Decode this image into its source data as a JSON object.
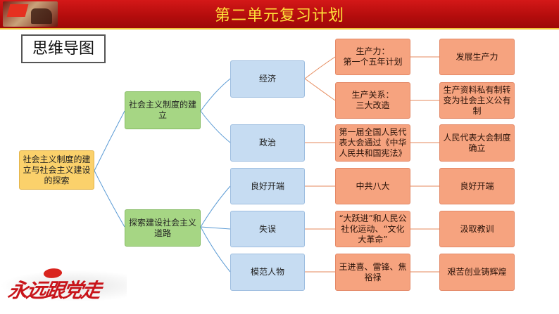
{
  "header": {
    "title": "第二单元复习计划"
  },
  "mind_map_label": "思维导图",
  "diagram": {
    "root": "社会主义制度的建立与社会主义建设的探索",
    "branches": [
      "社会主义制度的建立",
      "探索建设社会主义道路"
    ],
    "topics": [
      "经济",
      "政治",
      "良好开端",
      "失误",
      "模范人物"
    ],
    "details": [
      "生产力：\n第一个五年计划",
      "生产关系：\n三大改造",
      "第一届全国人民代表大会通过《中华人民共和国宪法》",
      "中共八大",
      "“大跃进”和人民公社化运动、“文化大革命”",
      "王进喜、雷锋、焦裕禄"
    ],
    "results": [
      "发展生产力",
      "生产资料私有制转变为社会主义公有制",
      "人民代表大会制度确立",
      "良好开端",
      "汲取教训",
      "艰苦创业铸辉煌"
    ]
  },
  "decoration": {
    "slogan": "永远跟党走"
  },
  "colors": {
    "banner": "#c41010",
    "title_text": "#ffe23a",
    "root": "#fbd16b",
    "branch": "#a6d684",
    "topic": "#c6dcf2",
    "detail": "#f6a37f",
    "connector_blue": "#5b9bd5",
    "connector_orange": "#e68a5c"
  }
}
